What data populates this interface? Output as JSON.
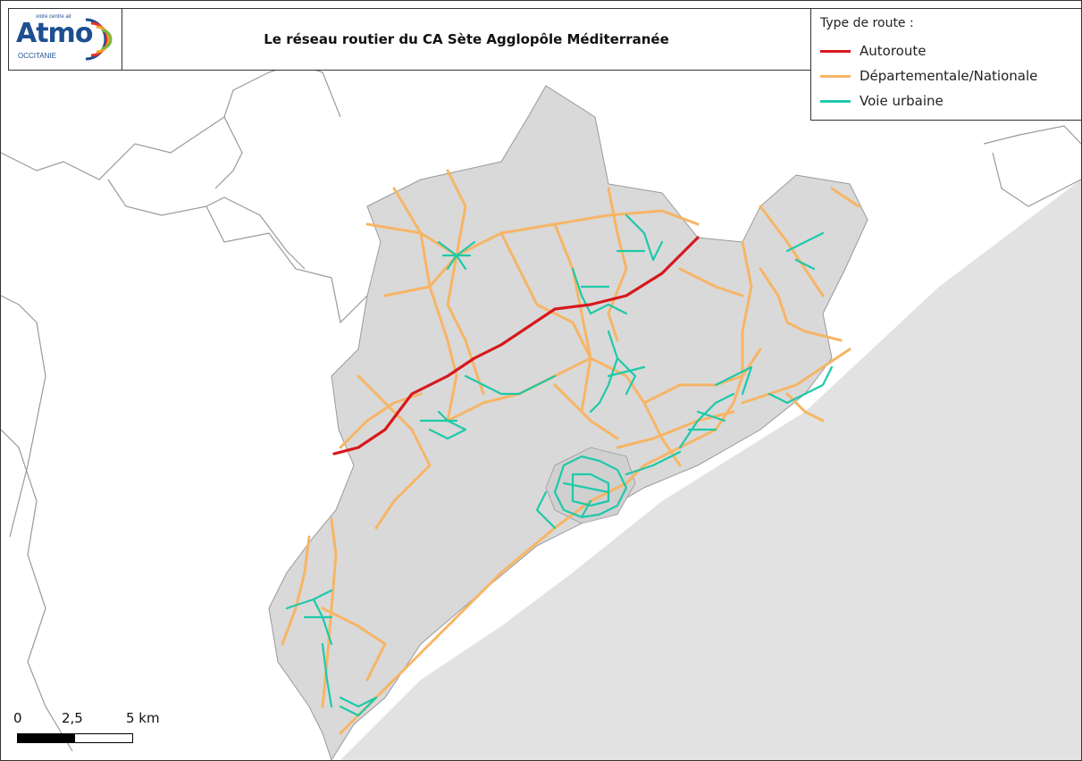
{
  "title": "Le réseau routier du CA Sète Agglopôle Méditerranée",
  "logo": {
    "word": "Atmo",
    "subtitle": "OCCITANIE",
    "tagline": "votre centre air"
  },
  "legend": {
    "title": "Type de route :",
    "items": [
      {
        "label": "Autoroute",
        "color": "#d7191c"
      },
      {
        "label": "Départementale/Nationale",
        "color": "#f7b565"
      },
      {
        "label": "Voie urbaine",
        "color": "#1ec9a9"
      }
    ]
  },
  "scale": {
    "labels": [
      "0",
      "2,5",
      "5 km"
    ]
  },
  "colors": {
    "land": "#d9d9d9",
    "water": "#e4e4e4",
    "border": "#888888"
  }
}
